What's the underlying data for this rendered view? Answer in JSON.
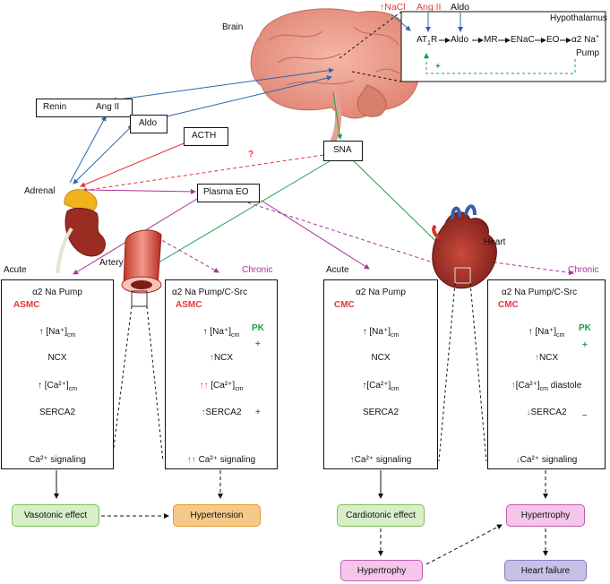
{
  "hypothalamus": {
    "title": "Hypothalamus",
    "inputs": [
      "↑NaCl",
      "Ang II",
      "Aldo"
    ],
    "pathway": [
      "AT",
      "R",
      "Aldo",
      "MR",
      "ENaC",
      "EO",
      "α2 Na",
      "+",
      "Pump"
    ],
    "feedback_sign": "+"
  },
  "labels": {
    "brain": "Brain",
    "renin": "Renin",
    "ang_ii": "Ang II",
    "aldo": "Aldo",
    "acth": "ACTH",
    "sna": "SNA",
    "adrenal": "Adrenal",
    "plasma_eo": "Plasma EO",
    "question": "?",
    "artery": "Artery",
    "heart": "Heart"
  },
  "panels": [
    {
      "heading": "Acute",
      "title": "α2 Na Pump",
      "cell": "ASMC",
      "steps": [
        "↑ [Na⁺]",
        "cm",
        "NCX",
        "↑ [Ca²⁺]",
        "cm",
        "SERCA2",
        "Ca²⁺ signaling"
      ]
    },
    {
      "heading": "Chronic",
      "title": "α2 Na Pump/C-Src",
      "cell": "ASMC",
      "pk": "PK",
      "plus": "+",
      "steps": [
        "↑ [Na⁺]",
        "cm",
        "↑",
        "NCX",
        "↑↑",
        "[Ca²⁺]",
        "cm",
        "↑",
        "SERCA2",
        "↑↑",
        "Ca²⁺ signaling"
      ]
    },
    {
      "heading": "Acute",
      "title": "α2 Na Pump",
      "cell": "CMC",
      "steps": [
        "↑ [Na⁺]",
        "cm",
        "NCX",
        "↑[Ca²⁺]",
        "cm",
        "SERCA2",
        "↑Ca²⁺ signaling"
      ]
    },
    {
      "heading": "Chronic",
      "title": "α2 Na Pump/C-Src",
      "cell": "CMC",
      "pk": "PK",
      "plus": "+",
      "minus": "–",
      "steps": [
        "↑ [Na⁺]",
        "cm",
        "↑",
        "NCX",
        "↑",
        "[Ca²⁺]",
        "cm",
        " diastole",
        "↓",
        "SERCA2",
        "↓",
        "Ca²⁺ signaling"
      ]
    }
  ],
  "outcomes": {
    "vasotonic": "Vasotonic effect",
    "hypertension": "Hypertension",
    "cardiotonic": "Cardiotonic effect",
    "hypertrophy_right": "Hypertrophy",
    "hypertrophy_left": "Hypertrophy",
    "heart_failure": "Heart failure"
  },
  "colors": {
    "red": "#e8343c",
    "blue": "#2a66ae",
    "green": "#1aa04a",
    "magenta": "#a8329c",
    "pill_green": "#d7eec9",
    "pill_orange": "#f6c98a",
    "pill_pink": "#f3c6ea",
    "pill_purple": "#c9c0e6"
  }
}
